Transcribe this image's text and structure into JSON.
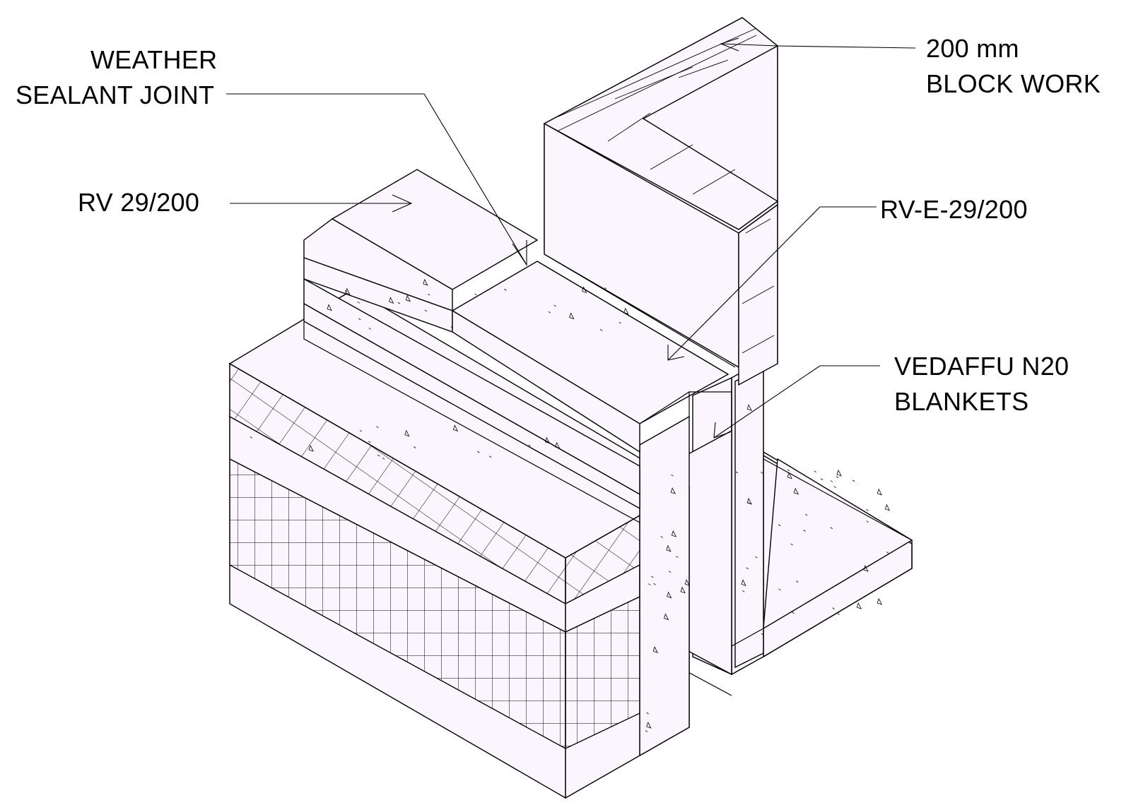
{
  "labels": {
    "weather_sealant_line1": "WEATHER",
    "weather_sealant_line2": "SEALANT JOINT",
    "rv_29_200": "RV 29/200",
    "block_work_line1": "200 mm",
    "block_work_line2": "BLOCK WORK",
    "rv_e_29_200": "RV-E-29/200",
    "vedaffu_line1": "VEDAFFU N20",
    "vedaffu_line2": "BLANKETS"
  },
  "colors": {
    "background": "#ffffff",
    "surface_fill": "#fbf6fe",
    "linework": "#000000"
  }
}
